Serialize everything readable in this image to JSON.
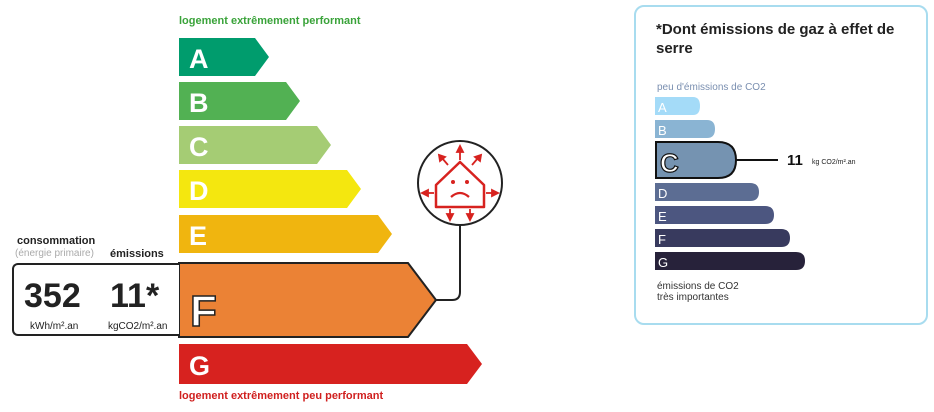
{
  "dpe": {
    "top_label": "logement extrêmement performant",
    "bottom_label": "logement extrêmement peu performant",
    "classes": [
      {
        "letter": "A",
        "color": "#009c6d"
      },
      {
        "letter": "B",
        "color": "#52b153"
      },
      {
        "letter": "C",
        "color": "#a5cc74"
      },
      {
        "letter": "D",
        "color": "#f4e70f"
      },
      {
        "letter": "E",
        "color": "#f0b50f"
      },
      {
        "letter": "F",
        "color": "#eb8235"
      },
      {
        "letter": "G",
        "color": "#d7221f"
      }
    ],
    "current_class": "F",
    "consumption_heading": "consommation",
    "consumption_sub": "(énergie primaire)",
    "emissions_heading": "émissions",
    "consumption_value": "352",
    "consumption_unit": "kWh/m².an",
    "emissions_value": "11*",
    "emissions_unit": "kgCO2/m².an",
    "icon": "house-sad-face-icon"
  },
  "ges": {
    "title": "*Dont émissions de gaz à effet de serre",
    "top_label": "peu d'émissions de CO2",
    "bottom_label_line1": "émissions de CO2",
    "bottom_label_line2": "très importantes",
    "classes": [
      {
        "letter": "A",
        "color": "#a4dbf8"
      },
      {
        "letter": "B",
        "color": "#8ab4d3"
      },
      {
        "letter": "C",
        "color": "#7593b1"
      },
      {
        "letter": "D",
        "color": "#5c6d93"
      },
      {
        "letter": "E",
        "color": "#4c5680"
      },
      {
        "letter": "F",
        "color": "#383a5e"
      },
      {
        "letter": "G",
        "color": "#27223a"
      }
    ],
    "current_class": "C",
    "value": "11",
    "unit": "kg CO2/m².an"
  }
}
